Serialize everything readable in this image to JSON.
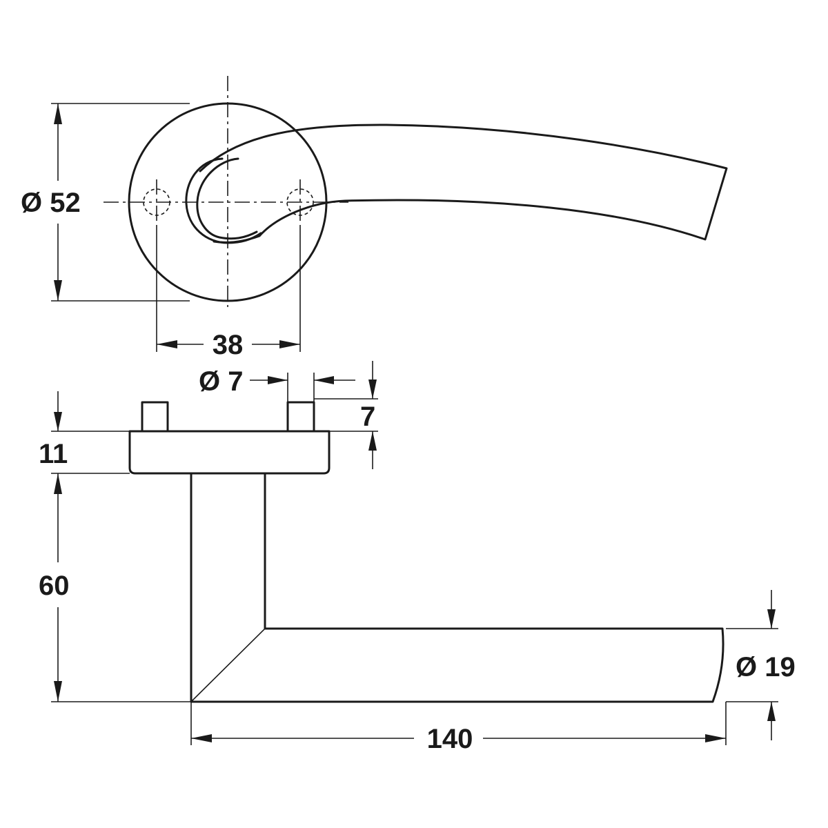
{
  "dimensions": {
    "rose_diameter": "Ø 52",
    "fixing_hole_spacing": "38",
    "pin_diameter": "Ø 7",
    "pin_height": "7",
    "rose_thickness": "11",
    "lever_projection": "60",
    "lever_length": "140",
    "lever_diameter": "Ø 19"
  },
  "colors": {
    "line": "#1a1a1a",
    "background": "#ffffff"
  }
}
